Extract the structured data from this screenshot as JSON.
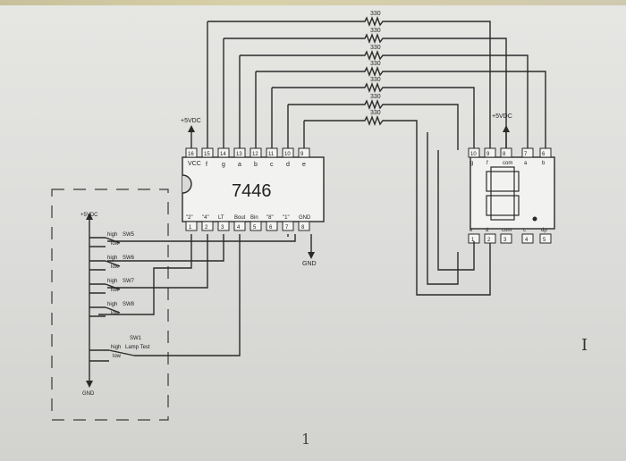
{
  "resistors": [
    {
      "value": "330"
    },
    {
      "value": "330"
    },
    {
      "value": "330"
    },
    {
      "value": "330"
    },
    {
      "value": "330"
    },
    {
      "value": "330"
    },
    {
      "value": "330"
    }
  ],
  "chip": {
    "name": "7446",
    "vcc_label": "VCC",
    "top_pin_numbers": [
      "16",
      "15",
      "14",
      "13",
      "12",
      "11",
      "10",
      "9"
    ],
    "top_pin_labels": [
      "f",
      "g",
      "a",
      "b",
      "c",
      "d",
      "e"
    ],
    "bottom_pin_numbers": [
      "1",
      "2",
      "3",
      "4",
      "5",
      "6",
      "7",
      "8"
    ],
    "bottom_pin_labels": [
      "\"2\"",
      "\"4\"",
      "LT",
      "Bout",
      "Bin",
      "\"8\"",
      "\"1\"",
      "GND"
    ],
    "power_label": "+5VDC",
    "gnd_label": "GND"
  },
  "display": {
    "power_label": "+5VDC",
    "top_pin_numbers": [
      "10",
      "9",
      "8",
      "7",
      "6"
    ],
    "top_pin_labels": [
      "g",
      "f",
      "com",
      "a",
      "b"
    ],
    "bottom_pin_numbers": [
      "1",
      "2",
      "3",
      "4",
      "5"
    ],
    "bottom_pin_labels": [
      "e",
      "d",
      "com",
      "c",
      "dp"
    ]
  },
  "switches": {
    "power_label": "+5VDC",
    "items": [
      {
        "name": "SW5",
        "high": "high",
        "low": "low"
      },
      {
        "name": "SW6",
        "high": "high",
        "low": "low"
      },
      {
        "name": "SW7",
        "high": "high",
        "low": "low"
      },
      {
        "name": "SW8",
        "high": "high",
        "low": "low"
      }
    ],
    "lamp_test": {
      "name": "SW1",
      "high": "high",
      "label": "Lamp Test",
      "low": "low"
    },
    "gnd_label": "GND"
  },
  "overlay": {
    "cursor_glyph": "I",
    "page_mark": "1"
  }
}
